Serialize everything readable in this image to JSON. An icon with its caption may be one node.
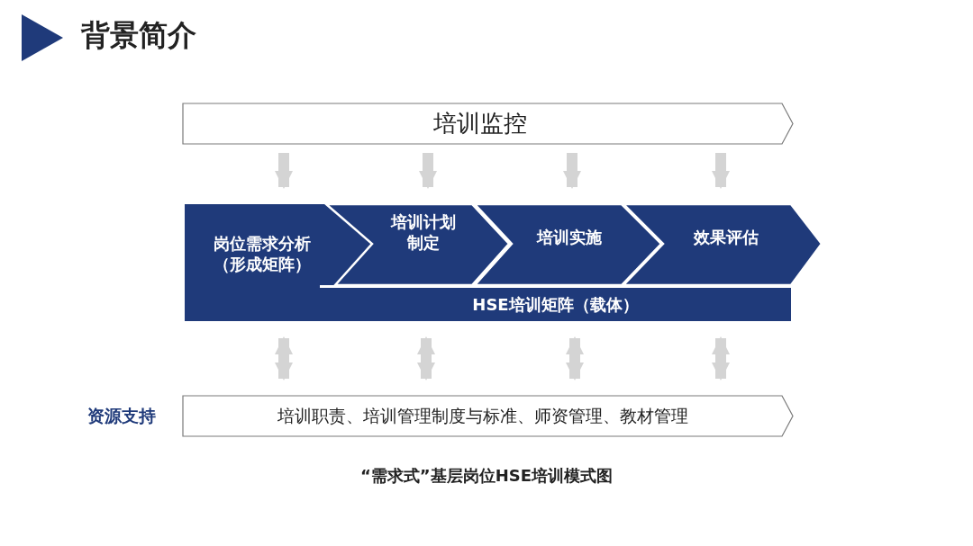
{
  "diagram": {
    "title": "背景简介",
    "caption": "“需求式”基层岗位HSE培训模式图",
    "nodes": [
      {
        "text": [
          "培训监控"
        ]
      },
      {
        "text": [
          "岗位需求分析（形成矩阵）"
        ]
      },
      {
        "text": [
          "培训计划制定"
        ]
      },
      {
        "text": [
          "培训实施"
        ]
      },
      {
        "text": [
          "效果评估"
        ]
      },
      {
        "text": [
          "HSE培训矩阵（载体）"
        ]
      },
      {
        "text": [
          "培训职责、培训管理制度与标准、师资管理、教材管理"
        ],
        "beside": [
          "资源支持"
        ]
      }
    ],
    "edges": [
      {
        "from": 0,
        "to": 1,
        "arrow": "to"
      },
      {
        "from": 0,
        "to": 2,
        "arrow": "to"
      },
      {
        "from": 0,
        "to": 3,
        "arrow": "to"
      },
      {
        "from": 0,
        "to": 4,
        "arrow": "to"
      },
      {
        "from": 1,
        "to": 6,
        "arrow": "both"
      },
      {
        "from": 5,
        "to": 6,
        "arrow": "both"
      },
      {
        "from": 5,
        "to": 6,
        "arrow": "both"
      },
      {
        "from": 5,
        "to": 6,
        "arrow": "both"
      }
    ]
  }
}
